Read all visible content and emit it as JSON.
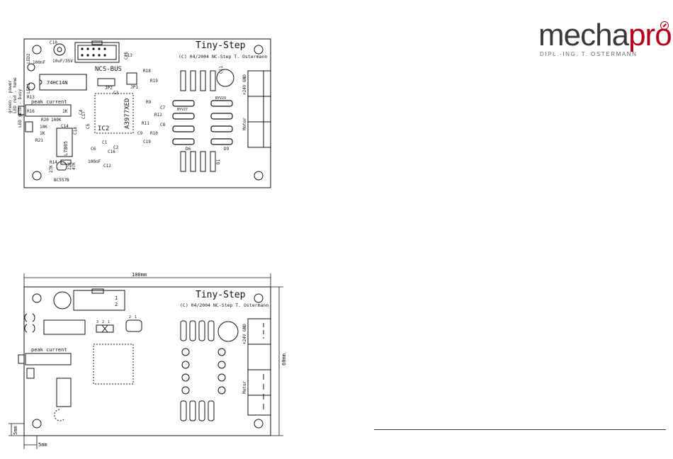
{
  "logo": {
    "word_mecha": "mecha",
    "word_pro": "pro",
    "tagline": "DIPL.-ING. T. OSTERMANN",
    "brand_color": "#b3001b",
    "text_color": "#3a3a3a"
  },
  "board_top": {
    "title": "Tiny-Step",
    "copyright": "(C) 04/2004 NC-Step T. Ostermann",
    "bus_label": "NCS-BUS",
    "ic_main": "IC2",
    "ic_main_part": "A3977XED",
    "ic_logic": "74HC14N",
    "ic_small": "L7805",
    "peak_label": "peak current",
    "r16": "R16",
    "r16_val": "1K",
    "r20": "R20",
    "r20_val": "100K",
    "r13": "R13",
    "transistor": "BC557B",
    "jp1": "JP1",
    "jp2": "JP2",
    "power_side_labels": [
      "green - power",
      "LED red - home",
      "LED gelb - busy"
    ],
    "terminal_labels": [
      "+24V GND",
      "Motor"
    ],
    "cap_labels": [
      "C10",
      "C11",
      "C12",
      "C13",
      "C14",
      "C15",
      "C16",
      "C17",
      "C18",
      "C19"
    ],
    "cap_vals": [
      "100nF",
      "10uF/35V"
    ],
    "misc_labels": [
      "LED2",
      "LED1",
      "R9",
      "R10",
      "R11",
      "R12",
      "R14",
      "R18",
      "R19",
      "R21",
      "C1",
      "C2",
      "C3",
      "C4",
      "C5",
      "C6",
      "C7",
      "C8",
      "C9",
      "D1",
      "D6",
      "D9",
      "10K",
      "1K",
      "27K",
      "22K",
      "47K",
      "100nF",
      "BYV27",
      "BYV29"
    ]
  },
  "board_bottom": {
    "title": "Tiny-Step",
    "copyright": "(C) 04/2004 NC-Step T. Ostermann",
    "peak_label": "peak current",
    "terminal_labels": [
      "+24V GND",
      "Motor"
    ],
    "pin_labels": [
      "1",
      "2",
      "3",
      "2",
      "1",
      "2",
      "1"
    ],
    "dim_width": "100mm",
    "dim_height": "60mm",
    "dim_margin_x": "5mm",
    "dim_margin_y": "5mm"
  }
}
